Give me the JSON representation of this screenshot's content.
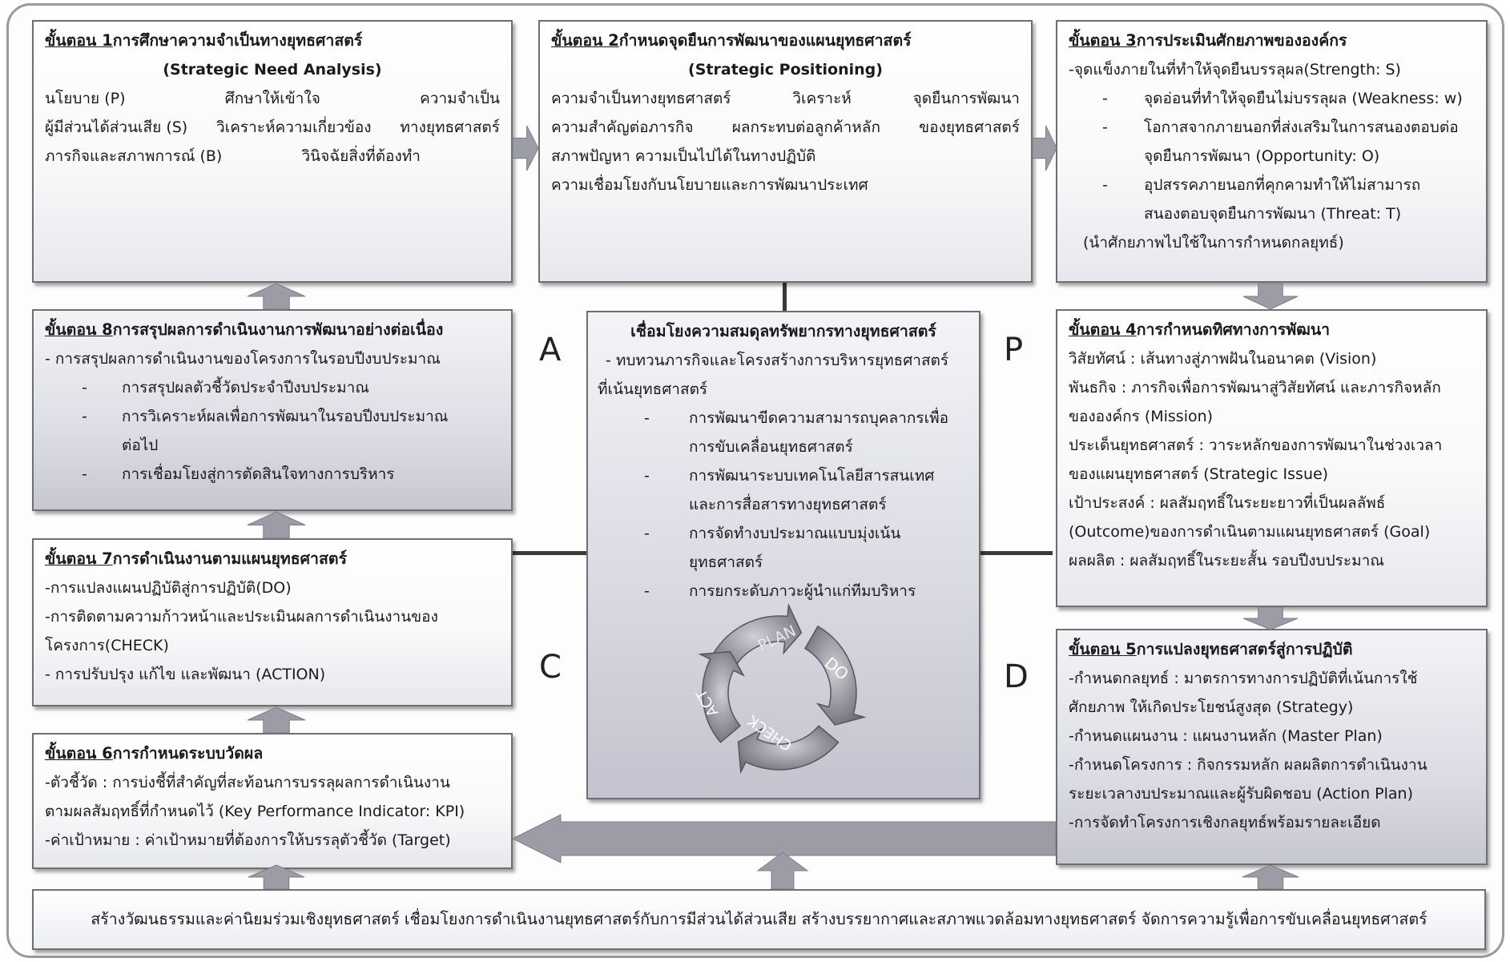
{
  "step1": {
    "title_pre": "ขั้นตอน 1",
    "title_rest": "การศึกษาความจำเป็นทางยุทธศาสตร์",
    "subtitle": "(Strategic Need Analysis)",
    "rows": [
      [
        "นโยบาย (P)",
        "ศึกษาให้เข้าใจ",
        "ความจำเป็น"
      ],
      [
        "ผู้มีส่วนได้ส่วนเสีย (S)",
        "วิเคราะห์ความเกี่ยวข้อง",
        "ทางยุทธศาสตร์"
      ],
      [
        "ภารกิจและสภาพการณ์ (B)",
        "วินิจฉัยสิ่งที่ต้องทำ",
        ""
      ]
    ]
  },
  "step2": {
    "title_pre": "ขั้นตอน 2",
    "title_rest": "กำหนดจุดยืนการพัฒนาของแผนยุทธศาสตร์",
    "subtitle": "(Strategic Positioning)",
    "rows": [
      [
        "ความจำเป็นทางยุทธศาสตร์",
        "วิเคราะห์",
        "จุดยืนการพัฒนา"
      ],
      [
        "ความสำคัญต่อภารกิจ",
        "ผลกระทบต่อลูกค้าหลัก",
        "ของยุทธศาสตร์"
      ]
    ],
    "lines": [
      "สภาพปัญหา ความเป็นไปได้ในทางปฏิบัติ",
      "ความเชื่อมโยงกับนโยบายและการพัฒนาประเทศ"
    ]
  },
  "step3": {
    "title_pre": "ขั้นตอน 3",
    "title_rest": "การประเมินศักยภาพขององค์กร",
    "first": "-จุดแข็งภายในที่ทำให้จุดยืนบรรลุผล(Strength: S)",
    "bullets": [
      [
        "จุดอ่อนที่ทำให้จุดยืนไม่บรรลุผล (Weakness: w)"
      ],
      [
        "โอกาสจากภายนอกที่ส่งเสริมในการสนองตอบต่อ",
        "จุดยืนการพัฒนา (Opportunity: O)"
      ],
      [
        "อุปสรรคภายนอกที่คุกคามทำให้ไม่สามารถ",
        "สนองตอบจุดยืนการพัฒนา (Threat: T)"
      ]
    ],
    "last": "(นำศักยภาพไปใช้ในการกำหนดกลยุทธ์)"
  },
  "step4": {
    "title_pre": "ขั้นตอน 4",
    "title_rest": "การกำหนดทิศทางการพัฒนา",
    "lines": [
      "วิสัยทัศน์ : เส้นทางสู่ภาพฝันในอนาคต (Vision)",
      "พันธกิจ : ภารกิจเพื่อการพัฒนาสู่วิสัยทัศน์ และภารกิจหลัก",
      "ขององค์กร (Mission)",
      "ประเด็นยุทธศาสตร์ : วาระหลักของการพัฒนาในช่วงเวลา",
      "ของแผนยุทธศาสตร์ (Strategic Issue)",
      "เป้าประสงค์ : ผลสัมฤทธิ์ในระยะยาวที่เป็นผลลัพธ์",
      "(Outcome)ของการดำเนินตามแผนยุทธศาสตร์ (Goal)",
      "ผลผลิต : ผลสัมฤทธิ์ในระยะสั้น รอบปีงบประมาณ"
    ]
  },
  "step5": {
    "title_pre": "ขั้นตอน 5",
    "title_rest": "การแปลงยุทธศาสตร์สู่การปฏิบัติ",
    "lines": [
      "-กำหนดกลยุทธ์ : มาตรการทางการปฏิบัติที่เน้นการใช้",
      "ศักยภาพ ให้เกิดประโยชน์สูงสุด (Strategy)",
      "-กำหนดแผนงาน :  แผนงานหลัก (Master Plan)",
      "-กำหนดโครงการ : กิจกรรมหลัก ผลผลิตการดำเนินงาน",
      "ระยะเวลางบประมาณและผู้รับผิดชอบ (Action Plan)",
      "-การจัดทำโครงการเชิงกลยุทธ์พร้อมรายละเอียด"
    ]
  },
  "step6": {
    "title_pre": "ขั้นตอน 6",
    "title_rest": "การกำหนดระบบวัดผล",
    "lines": [
      "-ตัวชี้วัด : การบ่งชี้ที่สำคัญที่สะท้อนการบรรลุผลการดำเนินงาน",
      "ตามผลสัมฤทธิ์ที่กำหนดไว้ (Key Performance Indicator: KPI)",
      "-ค่าเป้าหมาย : ค่าเป้าหมายที่ต้องการให้บรรลุตัวชี้วัด (Target)"
    ]
  },
  "step7": {
    "title_pre": "ขั้นตอน 7",
    "title_rest": "การดำเนินงานตามแผนยุทธศาสตร์",
    "lines": [
      "-การแปลงแผนปฏิบัติสู่การปฏิบัติ(DO)",
      "-การติดตามความก้าวหน้าและประเมินผลการดำเนินงานของ",
      "โครงการ(CHECK)",
      "- การปรับปรุง แก้ไข และพัฒนา (ACTION)"
    ]
  },
  "step8": {
    "title_pre": "ขั้นตอน 8",
    "title_rest": "การสรุปผลการดำเนินงานการพัฒนาอย่างต่อเนื่อง",
    "first": "- การสรุปผลการดำเนินงานของโครงการในรอบปีงบประมาณ",
    "bullets": [
      [
        "การสรุปผลตัวชี้วัดประจำปีงบประมาณ"
      ],
      [
        "การวิเคราะห์ผลเพื่อการพัฒนาในรอบปีงบประมาณ",
        "ต่อไป"
      ],
      [
        "การเชื่อมโยงสู่การตัดสินใจทางการบริหาร"
      ]
    ]
  },
  "center": {
    "title": "เชื่อมโยงความสมดุลทรัพยากรทางยุทธศาสตร์",
    "intro": [
      "- ทบทวนภารกิจและโครงสร้างการบริหารยุทธศาสตร์",
      "ที่เน้นยุทธศาสตร์"
    ],
    "bullets": [
      [
        "การพัฒนาขีดความสามารถบุคลากรเพื่อ",
        "การขับเคลื่อนยุทธศาสตร์"
      ],
      [
        "การพัฒนาระบบเทคโนโลยีสารสนเทศ",
        "และการสื่อสารทางยุทธศาสตร์"
      ],
      [
        "การจัดทำงบประมาณแบบมุ่งเน้น",
        "ยุทธศาสตร์"
      ],
      [
        "การยกระดับภาวะผู้นำแก่ทีมบริหาร"
      ]
    ],
    "cycle": {
      "plan": "PLAN",
      "do": "DO",
      "check": "CHECK",
      "act": "ACT"
    }
  },
  "letters": {
    "a": "A",
    "p": "P",
    "c": "C",
    "d": "D"
  },
  "bullet_dash": "-",
  "bottom": "สร้างวัฒนธรรมและค่านิยมร่วมเชิงยุทธศาสตร์ เชื่อมโยงการดำเนินงานยุทธศาสตร์กับการมีส่วนได้ส่วนเสีย  สร้างบรรยากาศและสภาพแวดล้อมทางยุทธศาสตร์ จัดการความรู้เพื่อการขับเคลื่อนยุทธศาสตร์",
  "colors": {
    "arrow": "#9c9ca6",
    "arrow_dark": "#6e6e78",
    "border": "#6f6f6f",
    "connector": "#3a3a3a"
  }
}
